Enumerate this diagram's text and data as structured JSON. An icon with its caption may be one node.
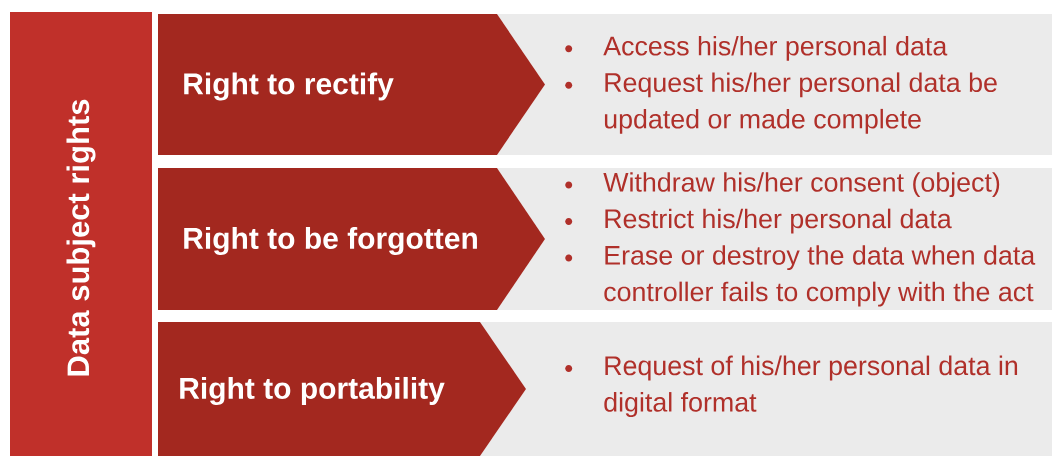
{
  "diagram": {
    "nodes": [
      {
        "text": [
          "Data subject rights"
        ]
      },
      {
        "text": [
          "Right to rectify"
        ]
      },
      {
        "text": [
          "Access his/her personal data",
          "Request his/her personal data be updated or made complete"
        ]
      },
      {
        "text": [
          "Right to be forgotten"
        ]
      },
      {
        "text": [
          "Withdraw his/her consent (object)",
          "Restrict his/her personal data",
          "Erase or destroy the data when data controller fails to comply with the act"
        ]
      },
      {
        "text": [
          "Right to portability"
        ]
      },
      {
        "text": [
          "Request of his/her personal data in digital format"
        ]
      }
    ]
  }
}
